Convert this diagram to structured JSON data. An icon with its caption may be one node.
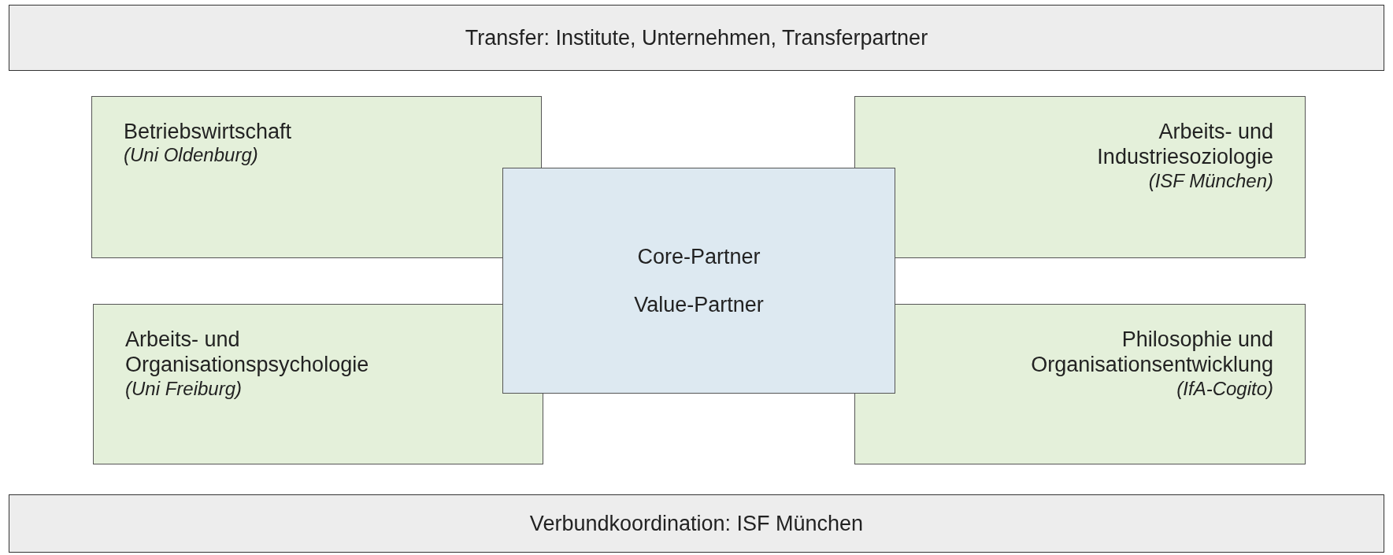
{
  "diagram": {
    "nodes": [
      {
        "text": [
          "Transfer: Institute, Unternehmen, Transferpartner"
        ]
      },
      {
        "text": [
          "Betriebswirtschaft",
          "(Uni Oldenburg)"
        ]
      },
      {
        "text": [
          "Arbeits- und Industriesoziologie",
          "(ISF München)"
        ]
      },
      {
        "text": [
          "Core-Partner",
          "Value-Partner"
        ]
      },
      {
        "text": [
          "Arbeits- und Organisationspsychologie",
          "(Uni Freiburg)"
        ]
      },
      {
        "text": [
          "Philosophie und Organisationsentwicklung",
          "(IfA-Cogito)"
        ]
      },
      {
        "text": [
          "Verbundkoordination: ISF München"
        ]
      }
    ],
    "edges": []
  }
}
